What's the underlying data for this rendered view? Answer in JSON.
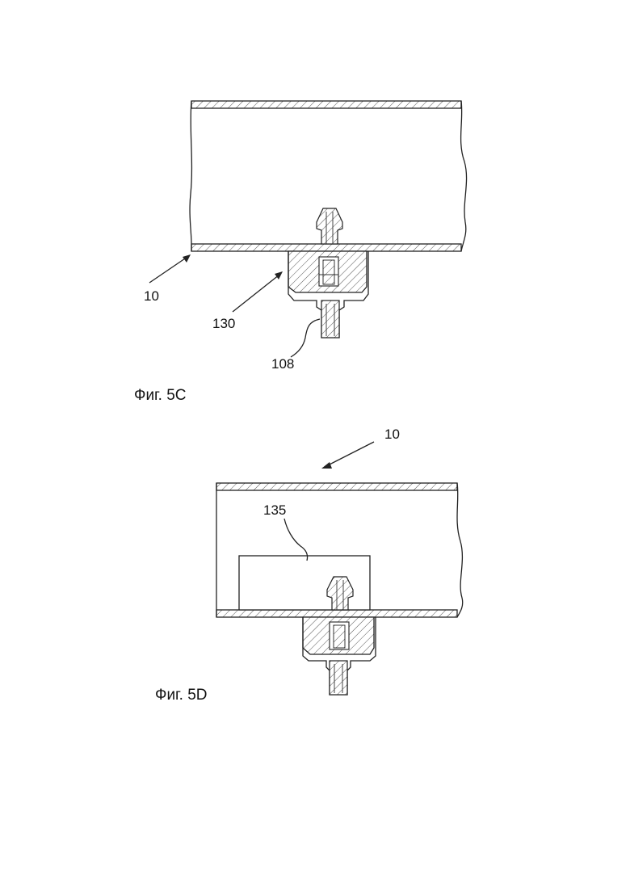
{
  "fig5c": {
    "caption": "Фиг. 5С",
    "labels": {
      "tube": "10",
      "fitting": "130",
      "nozzle": "108"
    }
  },
  "fig5d": {
    "caption": "Фиг. 5D",
    "labels": {
      "tube": "10",
      "block": "135"
    }
  },
  "colors": {
    "line": "#222222",
    "hatch": "#555555",
    "background": "#ffffff"
  }
}
